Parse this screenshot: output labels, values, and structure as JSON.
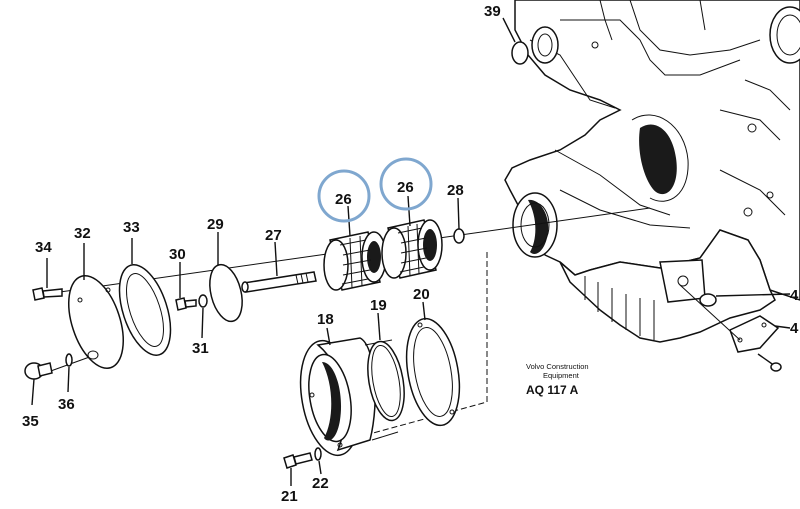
{
  "parts": {
    "p39": "39",
    "p34": "34",
    "p32": "32",
    "p33": "33",
    "p30": "30",
    "p29": "29",
    "p27": "27",
    "p26a": "26",
    "p26b": "26",
    "p28": "28",
    "p31": "31",
    "p35": "35",
    "p36": "36",
    "p18": "18",
    "p19": "19",
    "p20": "20",
    "p21": "21",
    "p22": "22",
    "p4a": "4",
    "p4b": "4"
  },
  "caption": {
    "line1": "Volvo Construction",
    "line2": "Equipment",
    "code": "AQ 117 A"
  },
  "colors": {
    "highlight": "#7fa7cf",
    "ink": "#111111"
  }
}
